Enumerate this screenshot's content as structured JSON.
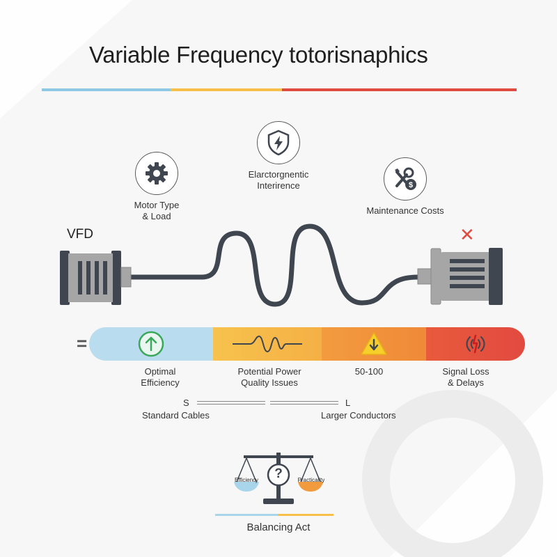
{
  "title": "Variable Frequency totorisnaphics",
  "colors": {
    "blue": "#8ec9e4",
    "yellow": "#f6c04a",
    "orange": "#f19a3e",
    "red": "#e04b3f",
    "dark": "#3f4650",
    "gray": "#9a9a9a"
  },
  "factors": [
    {
      "label": "Motor Type\n& Load",
      "icon": "gear-icon"
    },
    {
      "label": "Elarctorgnentic\nInterirence",
      "icon": "shield-lightning-icon"
    },
    {
      "label": "Maintenance Costs",
      "icon": "wrench-dollar-icon"
    }
  ],
  "vfd": {
    "label": "VFD"
  },
  "motor": {
    "status_icon": "x-mark-icon",
    "status_glyph": "✕"
  },
  "scale": {
    "equals": "=",
    "segments": [
      {
        "label": "Optimal\nEfficiency",
        "icon": "arrow-up-circle-icon"
      },
      {
        "label": "Potential Power\nQuality Issues",
        "icon": "waveform-icon"
      },
      {
        "label": "50-100",
        "icon": "warning-triangle-icon"
      },
      {
        "label": "Signal Loss\n& Delays",
        "icon": "signal-loss-icon"
      }
    ]
  },
  "cables": {
    "short_marker": "S",
    "long_marker": "L",
    "standard_label": "Standard Cables",
    "larger_label": "Larger Conductors"
  },
  "balance": {
    "left_pan": "Efficiency",
    "right_pan": "Practicality",
    "center_glyph": "?",
    "label": "Balancing Act"
  }
}
